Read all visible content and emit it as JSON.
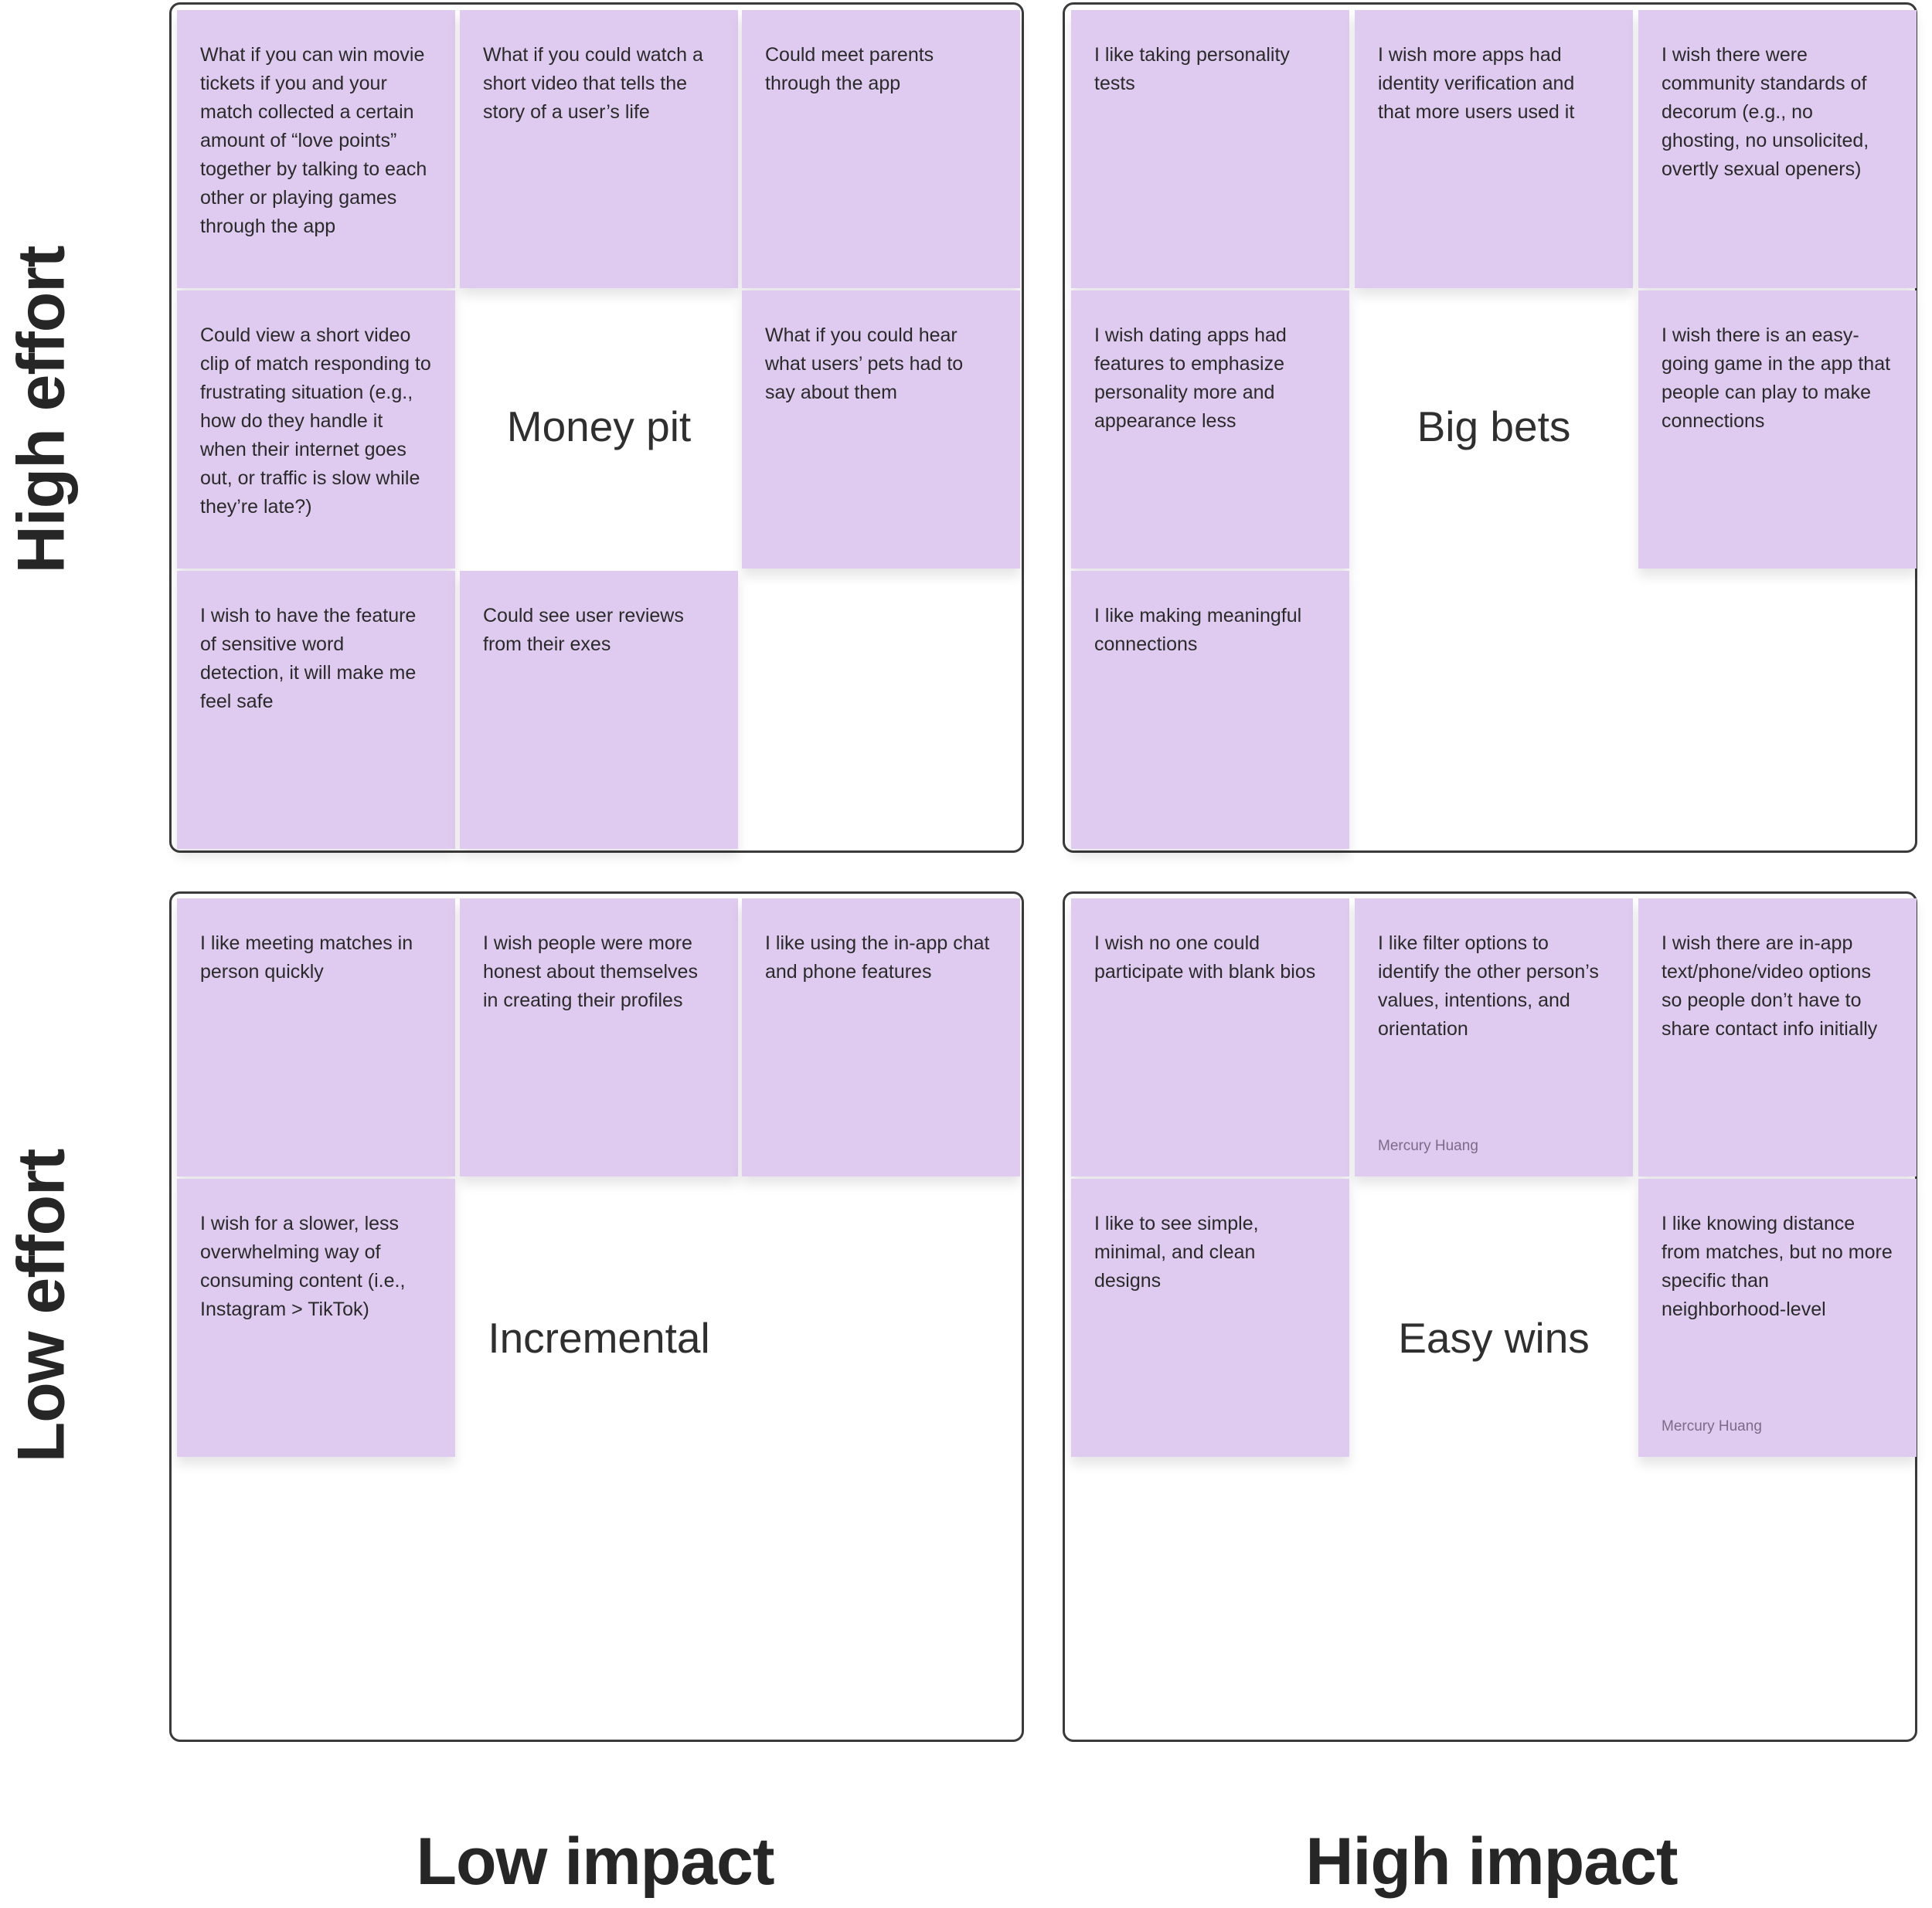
{
  "axes": {
    "high_effort": "High effort",
    "low_effort": "Low effort",
    "low_impact": "Low impact",
    "high_impact": "High impact"
  },
  "colors": {
    "sticky": "#dfcbef",
    "border": "#3a3a3a",
    "text": "#2a2a2a"
  },
  "quadrants": {
    "money_pit": {
      "title": "Money pit",
      "notes": [
        "What if you can win movie tickets if you and your match collected a certain amount of “love points” together by talking to each other or playing games through the app",
        "What if you could watch a short video that tells the story of a user’s life",
        "Could meet parents through the app",
        "Could view a short video clip of match responding to frustrating situation (e.g., how do they handle it when their internet goes out, or traffic is slow while they’re late?)",
        "What if you could hear what users’ pets had to say about them",
        "I wish to have the feature of sensitive word detection, it will make me feel safe",
        "Could see user reviews from their exes"
      ]
    },
    "big_bets": {
      "title": "Big bets",
      "notes": [
        "I like taking personality tests",
        "I wish more apps had identity verification and that more users used it",
        "I wish there were community standards of decorum (e.g., no ghosting, no unsolicited, overtly sexual openers)",
        "I wish dating apps had features to emphasize personality more and appearance less",
        "I wish there is an easy-going game in the app that people can play to make connections",
        "I like making meaningful connections"
      ]
    },
    "incremental": {
      "title": "Incremental",
      "notes": [
        "I like meeting matches in person quickly",
        "I wish people were more honest about themselves in creating their profiles",
        "I like using the in-app chat and phone features",
        "I wish for a slower, less overwhelming way of consuming content (i.e., Instagram > TikTok)"
      ]
    },
    "easy_wins": {
      "title": "Easy wins",
      "notes": [
        "I wish no one could participate with blank bios",
        "I like filter options to identify the other person’s values, intentions, and orientation",
        "I wish there are in-app text/phone/video options so people don’t have to share contact info initially",
        "I like to see simple, minimal, and clean designs",
        "I like knowing distance from matches, but no more specific than neighborhood-level"
      ],
      "authors": {
        "note_2": "Mercury Huang",
        "note_5": "Mercury Huang"
      }
    }
  }
}
